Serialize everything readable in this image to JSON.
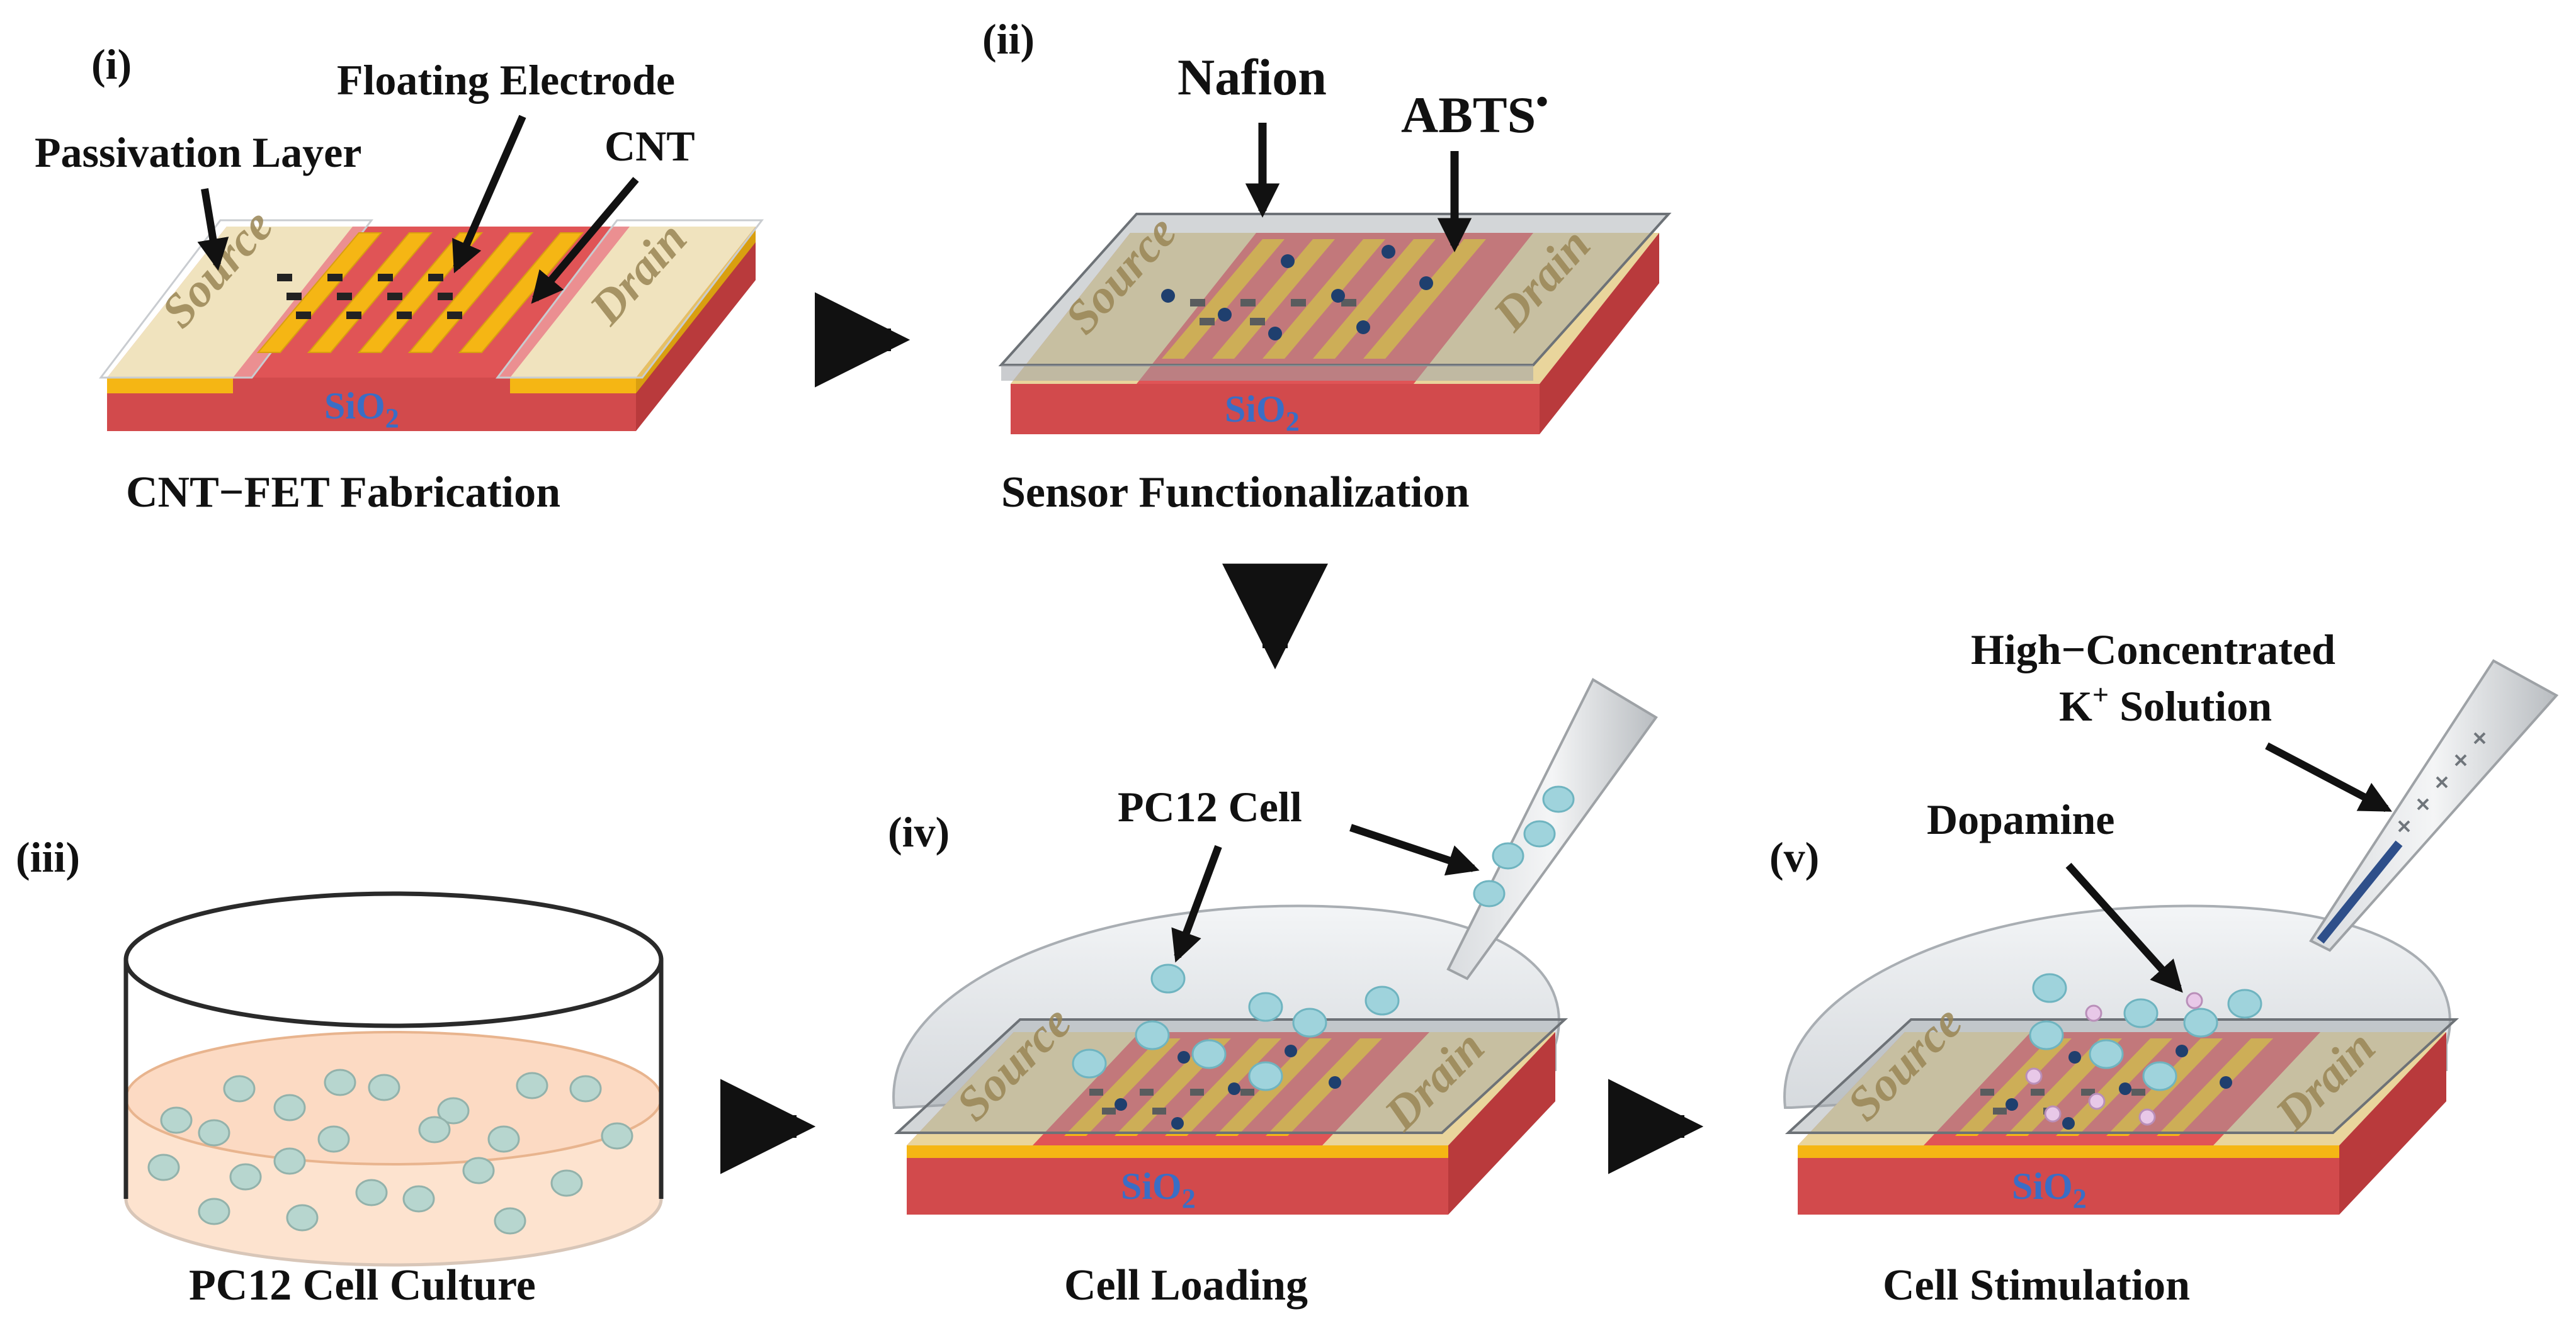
{
  "panels": {
    "i": "(i)",
    "ii": "(ii)",
    "iii": "(iii)",
    "iv": "(iv)",
    "v": "(v)"
  },
  "labels": {
    "passivation": "Passivation Layer",
    "floating": "Floating Electrode",
    "cnt": "CNT",
    "nafion": "Nafion",
    "abts": "ABTS",
    "abts_sup": "•",
    "pc12_cell": "PC12 Cell",
    "dopamine": "Dopamine",
    "k_line1": "High−Concentrated",
    "k_line2_pre": "K",
    "k_line2_sup": "+",
    "k_line2_post": " Solution"
  },
  "device": {
    "source": "Source",
    "drain": "Drain",
    "substrate": "SiO",
    "substrate_sub": "2"
  },
  "captions": {
    "i": "CNT−FET Fabrication",
    "ii": "Sensor Functionalization",
    "iii": "PC12 Cell Culture",
    "iv": "Cell Loading",
    "v": "Cell Stimulation"
  },
  "colors": {
    "substrate_red": "#e05456",
    "substrate_red_dark": "#b93a3c",
    "electrode_gold": "#f5b614",
    "pad_tan": "#e9d59c",
    "cnt_black": "#222222",
    "cell_teal": "#9fd3dc",
    "abts_navy": "#1f3f6e",
    "dopamine_pink": "#e8c8e8",
    "medium_peach": "#fde3cf",
    "film_gray": "#9ea3a8"
  }
}
